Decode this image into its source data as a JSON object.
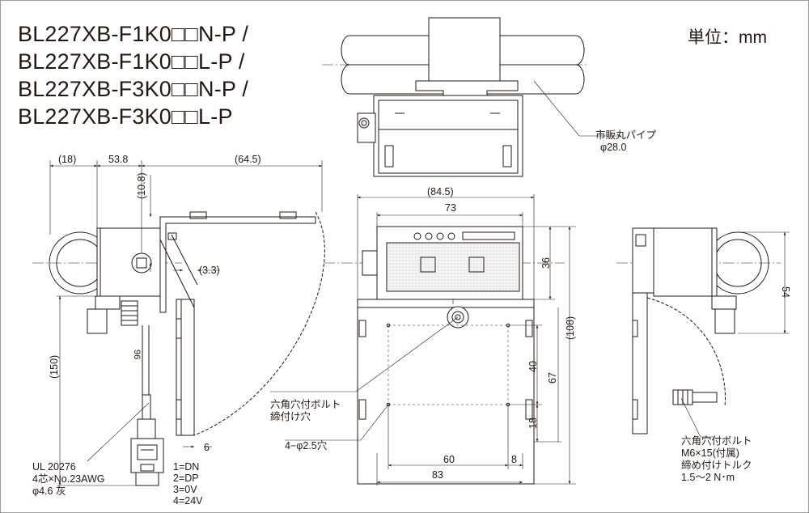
{
  "title_lines": [
    "BL227XB-F1K0□□N-P /",
    "BL227XB-F1K0□□L-P /",
    "BL227XB-F3K0□□N-P /",
    "BL227XB-F3K0□□L-P"
  ],
  "unit": "単位：mm",
  "callouts": {
    "pipe_line1": "市販丸パイプ",
    "pipe_line2": "φ28.0",
    "bolt_hole_line1": "六角穴付ボルト",
    "bolt_hole_line2": "締付け穴",
    "mount_holes": "4−φ2.5穴",
    "bolt_spec_line1": "六角穴付ボルト",
    "bolt_spec_line2": "M6×15(付属)",
    "bolt_spec_line3": "締め付けトルク",
    "bolt_spec_line4": "1.5〜2 N･m",
    "cable_line1": "UL 20276",
    "cable_line2": "4芯×No.23AWG",
    "cable_line3": "φ4.6  灰",
    "pin1": "1=DN",
    "pin2": "2=DP",
    "pin3": "3=0V",
    "pin4": "4=24V"
  },
  "dimensions": {
    "d18": "(18)",
    "d53_8": "53.8",
    "d64_5": "(64.5)",
    "d10_8": "(10.8)",
    "d3_3": "(3.3)",
    "d150": "(150)",
    "d6": "6",
    "d96": "96",
    "d84_5": "(84.5)",
    "d73": "73",
    "d36": "36",
    "d108": "(108)",
    "d40": "40",
    "d67": "67",
    "d18b": "18",
    "d60": "60",
    "d8": "8",
    "d83": "83",
    "d54": "54"
  }
}
